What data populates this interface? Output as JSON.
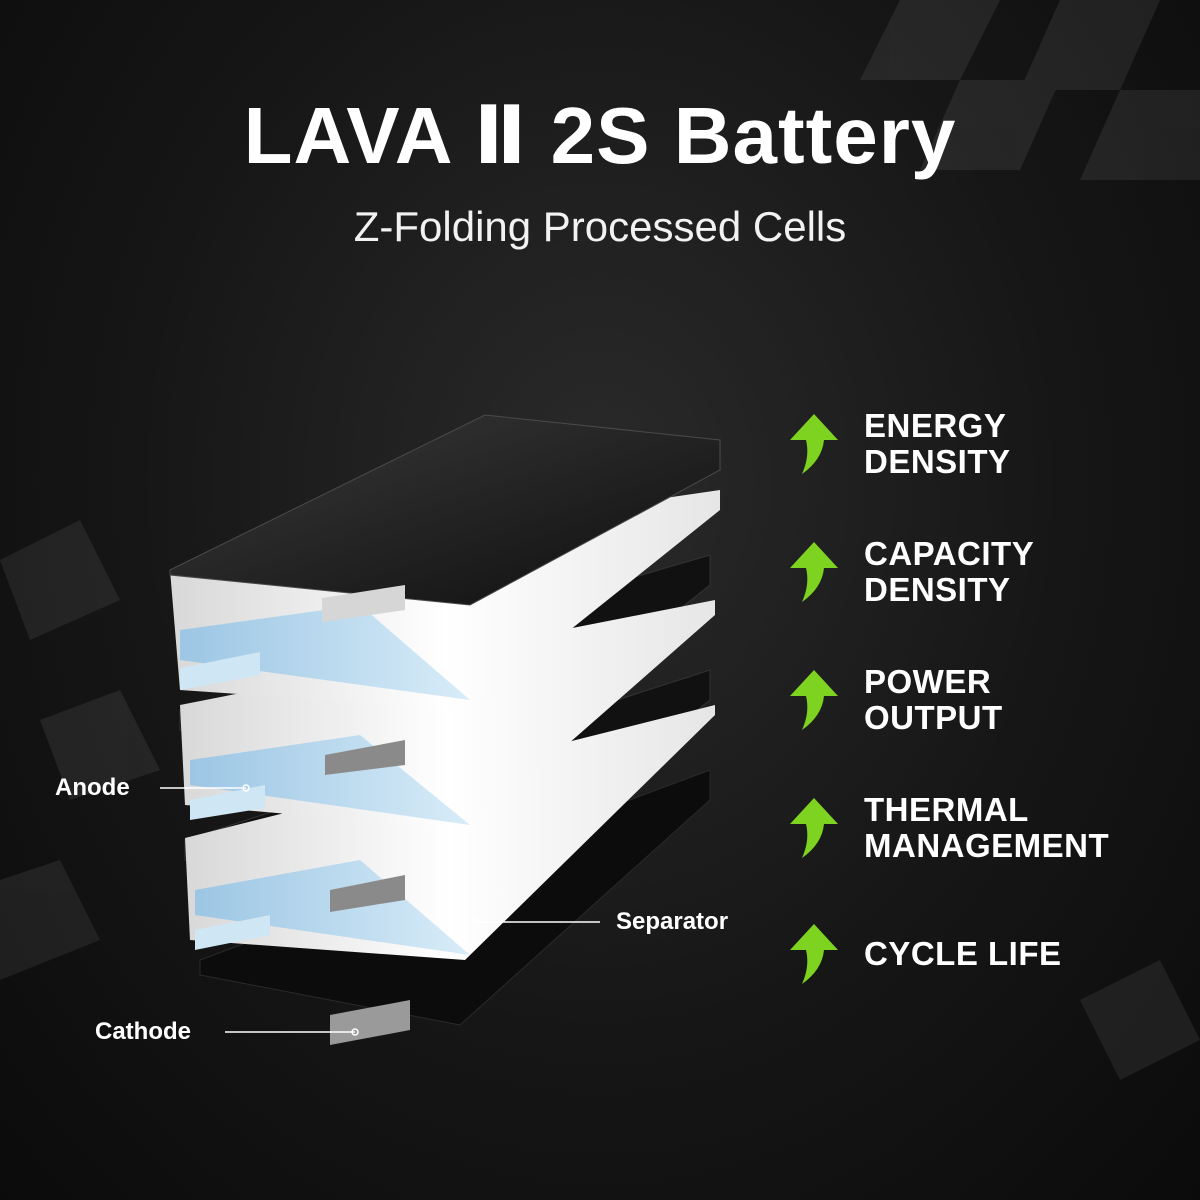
{
  "header": {
    "title": "LAVA Ⅱ 2S Battery",
    "subtitle": "Z-Folding Processed Cells"
  },
  "labels": {
    "anode": "Anode",
    "separator": "Separator",
    "cathode": "Cathode"
  },
  "features": [
    {
      "icon": "up-arrow-icon",
      "text": "ENERGY\nDENSITY"
    },
    {
      "icon": "up-arrow-icon",
      "text": "CAPACITY\nDENSITY"
    },
    {
      "icon": "up-arrow-icon",
      "text": "POWER\nOUTPUT"
    },
    {
      "icon": "up-arrow-icon",
      "text": "THERMAL\nMANAGEMENT"
    },
    {
      "icon": "up-arrow-icon",
      "text": "CYCLE LIFE"
    }
  ],
  "colors": {
    "background": "#161616",
    "accent_green": "#7ed321",
    "anode_blue": "#b8d8ee",
    "separator_white": "#f0f0f0",
    "cathode_black": "#151515"
  }
}
